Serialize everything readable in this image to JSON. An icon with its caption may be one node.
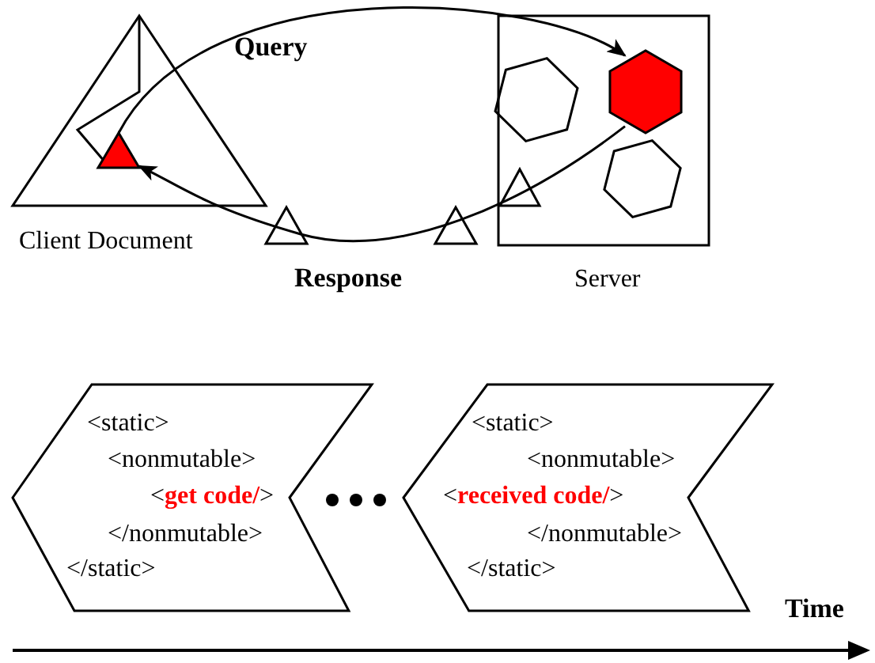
{
  "diagram": {
    "nodes": [
      {
        "text": [
          "Client Document"
        ]
      },
      {
        "text": [],
        "shape": "triangle",
        "in": 0
      },
      {
        "text": [
          "Server"
        ]
      },
      {
        "text": [],
        "shape": "hexagon",
        "in": 2
      },
      {
        "text": [],
        "shape": "hexagon",
        "in": 2
      },
      {
        "text": [],
        "shape": "hexagon",
        "in": 2
      },
      {
        "text": [],
        "shape": "triangle",
        "in": 2
      },
      {
        "text": [],
        "shape": "triangle"
      },
      {
        "text": [],
        "shape": "triangle"
      },
      {
        "text": [
          "<static>",
          "<nonmutable>",
          "<**get code/**>",
          "</nonmutable>",
          "</static>"
        ]
      },
      {
        "text": [
          "<static>",
          "<nonmutable>",
          "<**received code/**>",
          "</nonmutable>",
          "</static>"
        ]
      }
    ],
    "edges": [
      {
        "from": 1,
        "to": 4,
        "arrow": "to",
        "label": "Query"
      },
      {
        "from": 4,
        "to": 1,
        "arrow": "to",
        "label": "Response"
      }
    ],
    "labels": [
      "Time"
    ]
  }
}
